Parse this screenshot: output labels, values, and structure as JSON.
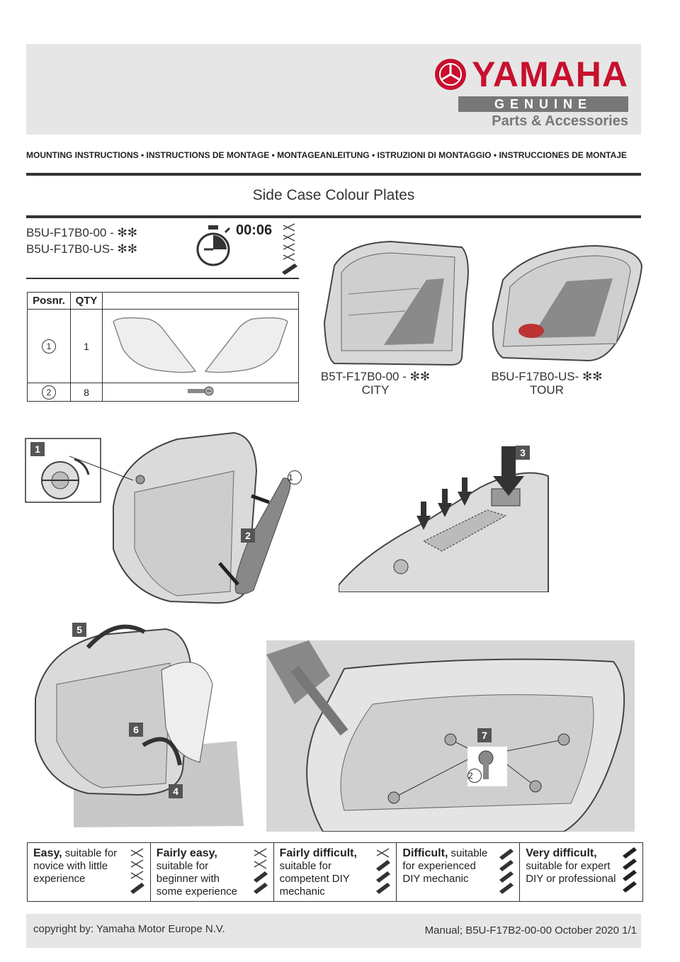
{
  "brand": {
    "name": "YAMAHA",
    "genuine": "GENUINE",
    "sub": "Parts & Accessories",
    "color": "#c8102e"
  },
  "mounting": "MOUNTING INSTRUCTIONS • INSTRUCTIONS DE MONTAGE • MONTAGEANLEITUNG • ISTRUZIONI DI MONTAGGIO • INSTRUCCIONES DE MONTAJE",
  "title": "Side Case Colour Plates",
  "parts": [
    "B5U-F17B0-00 - ✻✻",
    "B5U-F17B0-US- ✻✻"
  ],
  "time": "00:06",
  "table": {
    "headers": [
      "Posnr.",
      "QTY"
    ],
    "rows": [
      {
        "pos": "1",
        "qty": "1"
      },
      {
        "pos": "2",
        "qty": "8"
      }
    ]
  },
  "variants": [
    {
      "code": "B5T-F17B0-00 - ✻✻",
      "name": "CITY"
    },
    {
      "code": "B5U-F17B0-US- ✻✻",
      "name": "TOUR"
    }
  ],
  "steps": [
    "1",
    "2",
    "3",
    "4",
    "5",
    "6",
    "7"
  ],
  "callouts": [
    "1",
    "2"
  ],
  "difficulty": [
    {
      "bold": "Easy,",
      "text": " suitable for novice with little experience"
    },
    {
      "bold": "Fairly easy,",
      "text": " suitable for beginner with some experience"
    },
    {
      "bold": "Fairly difficult,",
      "text": " suitable for competent DIY mechanic"
    },
    {
      "bold": "Difficult,",
      "text": " suitable for experienced DIY mechanic"
    },
    {
      "bold": "Very difficult,",
      "text": " suitable for expert DIY or professional"
    }
  ],
  "footer": {
    "left": "copyright by: Yamaha Motor Europe N.V.",
    "right": "Manual; B5U-F17B2-00-00 October 2020 1/1"
  }
}
